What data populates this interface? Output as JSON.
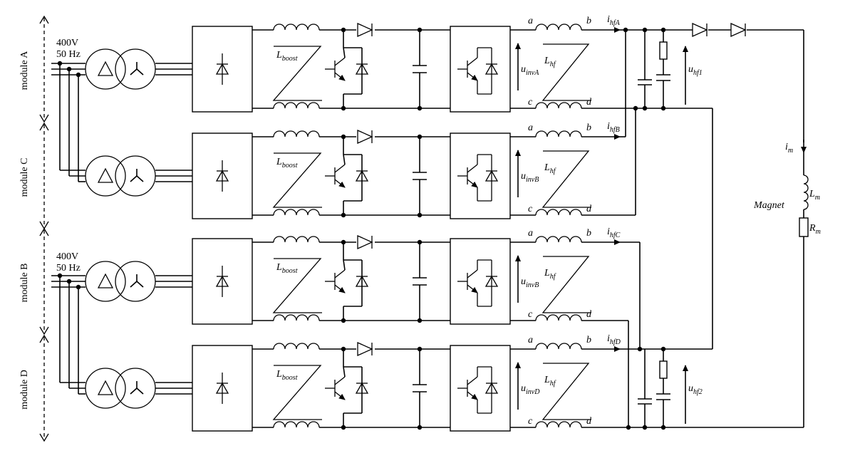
{
  "supply": {
    "voltage_label": "400V",
    "freq_label": "50 Hz"
  },
  "modules": [
    {
      "label": "module A",
      "inv_sub": "invA",
      "hf_sub": "hfA"
    },
    {
      "label": "module C",
      "inv_sub": "invB",
      "hf_sub": "hfB"
    },
    {
      "label": "module B",
      "inv_sub": "invB",
      "hf_sub": "hfC"
    },
    {
      "label": "module D",
      "inv_sub": "invD",
      "hf_sub": "hfD"
    }
  ],
  "symbols": {
    "u": "u",
    "i": "i",
    "L": "L",
    "R": "R",
    "boost_sub": "boost",
    "hf_ind_sub": "hf",
    "node_a": "a",
    "node_b": "b",
    "node_c": "c",
    "node_d": "d",
    "uhf1_sub": "hf1",
    "uhf2_sub": "hf2",
    "m_sub": "m"
  },
  "load": {
    "name": "Magnet"
  }
}
